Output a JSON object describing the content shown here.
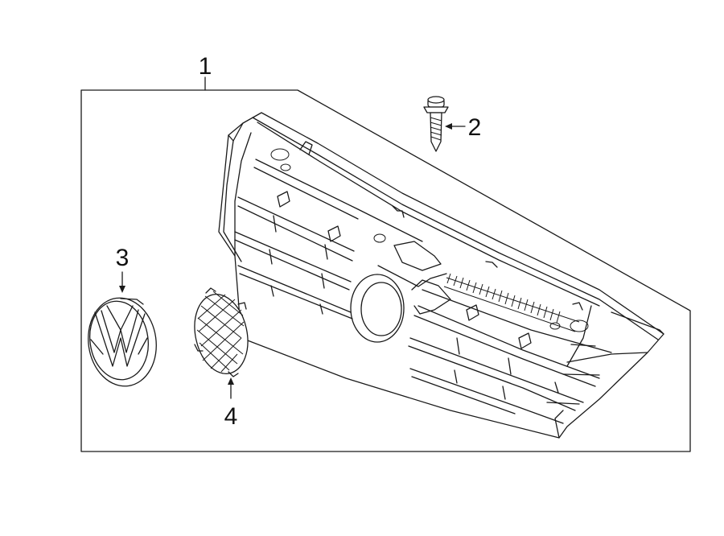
{
  "diagram": {
    "callouts": [
      {
        "id": "grille",
        "number": "1"
      },
      {
        "id": "screw",
        "number": "2"
      },
      {
        "id": "emblem",
        "number": "3"
      },
      {
        "id": "mesh-insert",
        "number": "4"
      }
    ],
    "colors": {
      "line": "#1a1a1a",
      "background": "#ffffff"
    }
  }
}
